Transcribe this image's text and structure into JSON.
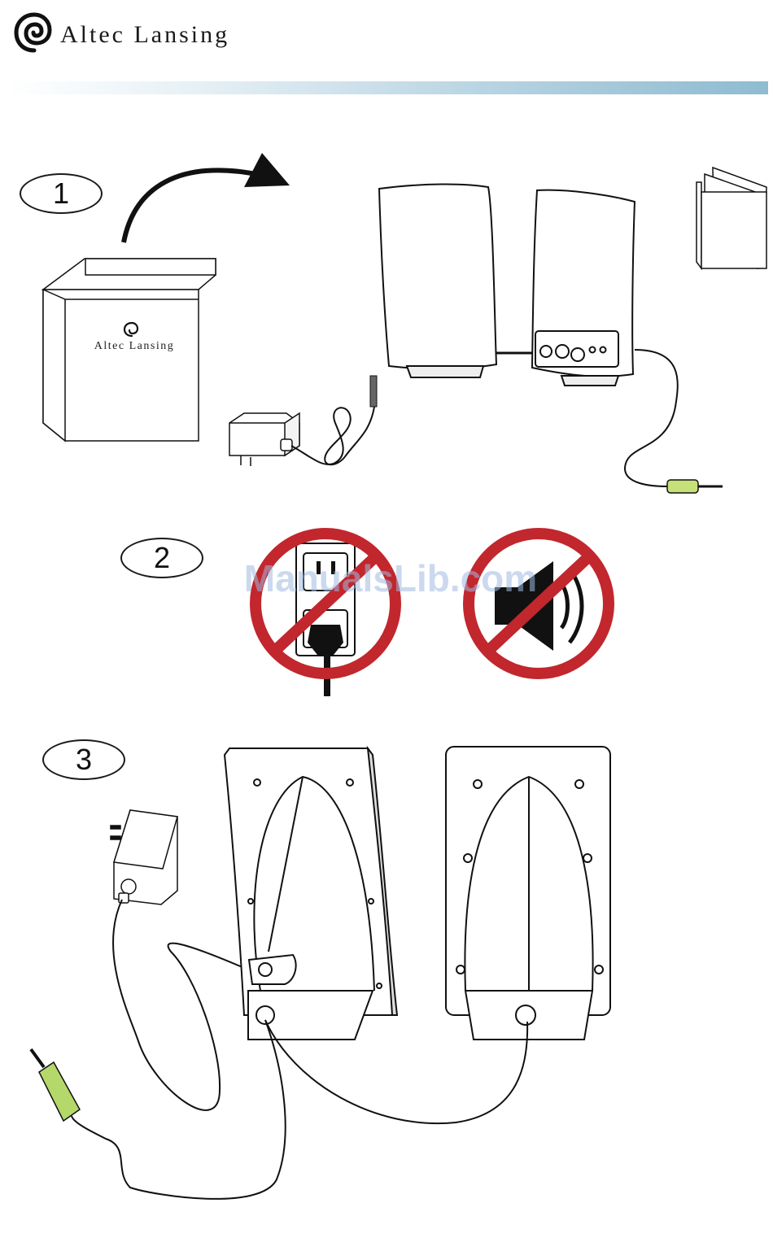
{
  "header": {
    "brand_name": "Altec Lansing",
    "accent_gradient_end": "#8fbbd1"
  },
  "steps": [
    {
      "number": "1"
    },
    {
      "number": "2"
    },
    {
      "number": "3"
    }
  ],
  "step1": {
    "box_brand": "Altec Lansing"
  },
  "step2": {
    "prohibition_color": "#c1272d",
    "icons": [
      "no-wall-outlet-icon",
      "no-loud-volume-icon"
    ]
  },
  "watermark": {
    "text": "ManualsLib.com"
  }
}
